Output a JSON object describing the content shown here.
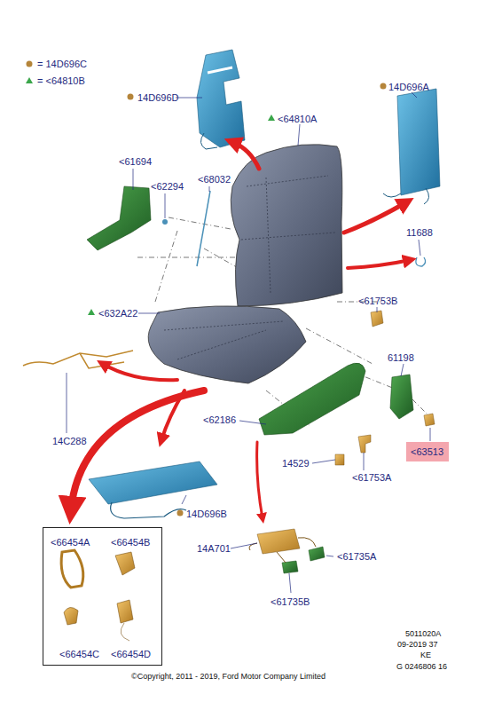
{
  "diagram": {
    "nodes": [
      {
        "text": [
          "<63513"
        ]
      },
      {
        "text": [
          "<66454A",
          "<66454B",
          "<66454C",
          "<66454D"
        ]
      }
    ],
    "labels": [
      "14D696D",
      "<64810A",
      "14D696A",
      "<61694",
      "<62294",
      "<68032",
      "11688",
      "<61753B",
      "<632A22",
      "61198",
      "14C288",
      "<62186",
      "14529",
      "<61753A",
      "14D696B",
      "14A701",
      "<61735A",
      "<61735B",
      "5011020A",
      "09-2019 37",
      "KE",
      "G 0246806 16",
      "©Copyright, 2011 - 2019, Ford Motor Company Limited"
    ],
    "legend": [
      {
        "text": "= 14D696C",
        "color": "#b5853a"
      },
      {
        "text": "= <64810B",
        "color": "#3aa64a"
      }
    ]
  }
}
